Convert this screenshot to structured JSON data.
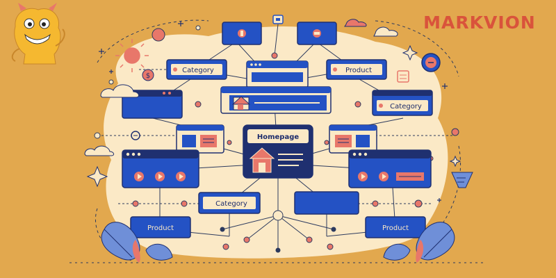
{
  "brand": {
    "name": "MARKVION"
  },
  "labels": {
    "homepage": "Homepage",
    "category_top": "Category",
    "product_top": "Product",
    "category_right": "Category",
    "category_bottom": "Category",
    "product_bottom_left": "Product",
    "product_bottom_right": "Product"
  },
  "colors": {
    "background": "#e2a84e",
    "blob": "#fbe9c6",
    "node_blue": "#2452c4",
    "node_dark": "#1f3070",
    "accent_red": "#e8776a",
    "line": "#2c3a5e",
    "leaf": "#6f8fd8"
  },
  "icons": [
    "mascot-icon",
    "sun-icon",
    "cloud-icon",
    "house-icon",
    "leaf-icon",
    "sparkle-icon",
    "dollar-icon",
    "flag-icon"
  ]
}
